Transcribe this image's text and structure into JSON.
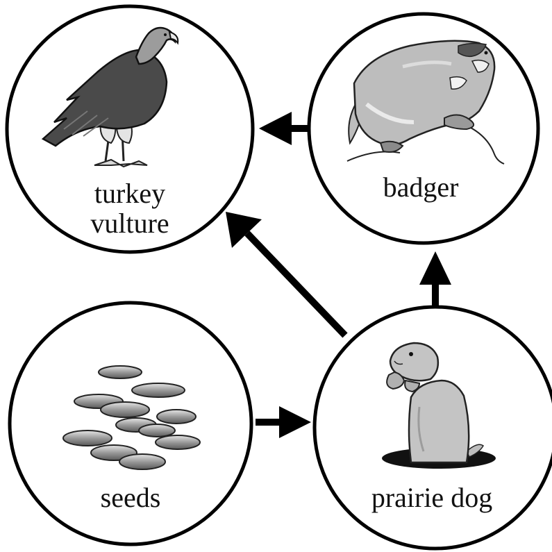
{
  "nodes": {
    "turkey_vulture": {
      "line1": "turkey",
      "line2": "vulture"
    },
    "badger": {
      "label": "badger"
    },
    "seeds": {
      "label": "seeds"
    },
    "prairie_dog": {
      "label": "prairie dog"
    }
  },
  "edges": [
    {
      "from": "seeds",
      "to": "prairie dog"
    },
    {
      "from": "prairie dog",
      "to": "badger"
    },
    {
      "from": "prairie dog",
      "to": "turkey vulture"
    },
    {
      "from": "badger",
      "to": "turkey vulture"
    }
  ],
  "colors": {
    "stroke": "#000000",
    "fur": "#bdbdbd",
    "bird": "#4a4a4a",
    "seed": "#8a8a8a"
  }
}
